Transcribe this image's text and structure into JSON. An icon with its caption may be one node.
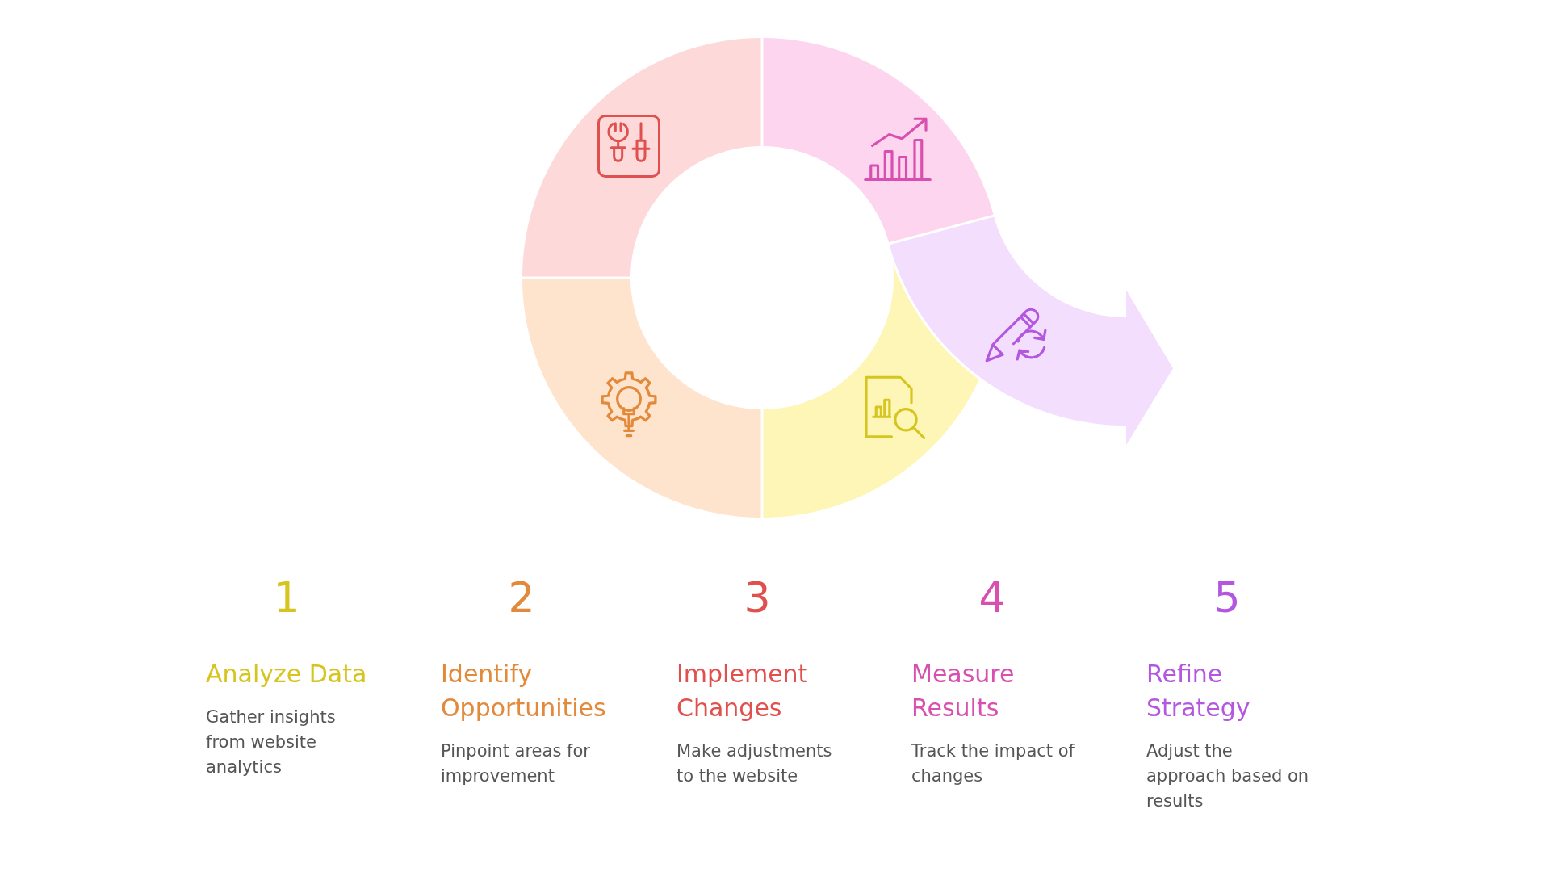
{
  "diagram": {
    "nodes": [
      {
        "text": [],
        "shape": "sector"
      },
      {
        "text": [],
        "shape": "sector"
      },
      {
        "text": [],
        "shape": "sector"
      },
      {
        "text": [],
        "shape": "sector"
      },
      {
        "text": [],
        "shape": "arrow"
      }
    ],
    "labels": [
      "1",
      "Analyze Data",
      "Gather insights from website analytics",
      "2",
      "Identify Opportunities",
      "Pinpoint areas for improvement",
      "3",
      "Implement Changes",
      "Make adjustments to the website",
      "4",
      "Measure Results",
      "Track the impact of changes",
      "5",
      "Refine Strategy",
      "Adjust the approach based on results"
    ]
  }
}
